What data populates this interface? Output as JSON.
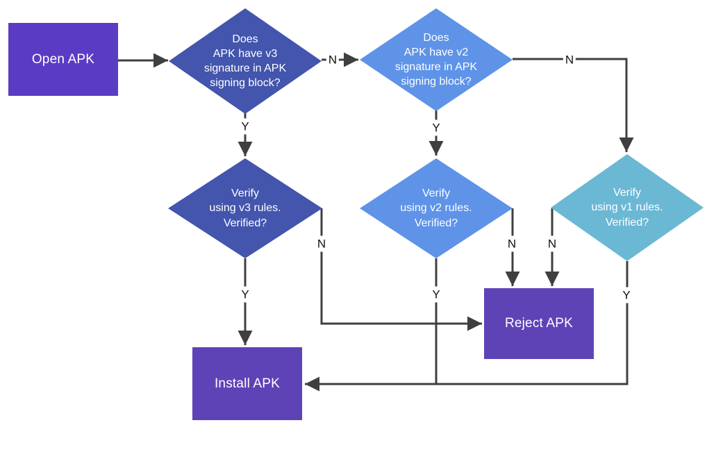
{
  "flowchart": {
    "nodes": {
      "open_apk": {
        "label": "Open APK",
        "shape": "rectangle",
        "color": "#5A3CC4",
        "text_color": "#FFFFFF"
      },
      "has_v3": {
        "label": "Does\nAPK have v3\nsignature in APK\nsigning block?",
        "shape": "diamond",
        "color": "#4355AC",
        "text_color": "#FFFFFF"
      },
      "has_v2": {
        "label": "Does\nAPK have v2\nsignature in APK\nsigning block?",
        "shape": "diamond",
        "color": "#5E93E8",
        "text_color": "#FFFFFF"
      },
      "verify_v3": {
        "label": "Verify\nusing v3 rules.\nVerified?",
        "shape": "diamond",
        "color": "#4355AC",
        "text_color": "#FFFFFF"
      },
      "verify_v2": {
        "label": "Verify\nusing v2 rules.\nVerified?",
        "shape": "diamond",
        "color": "#5E93E8",
        "text_color": "#FFFFFF"
      },
      "verify_v1": {
        "label": "Verify\nusing v1 rules.\nVerified?",
        "shape": "diamond",
        "color": "#6BB8D4",
        "text_color": "#FFFFFF"
      },
      "reject_apk": {
        "label": "Reject APK",
        "shape": "rectangle",
        "color": "#5E43B7",
        "text_color": "#FFFFFF"
      },
      "install_apk": {
        "label": "Install APK",
        "shape": "rectangle",
        "color": "#5E43B7",
        "text_color": "#FFFFFF"
      }
    },
    "edges": [
      {
        "from": "open_apk",
        "to": "has_v3",
        "label": ""
      },
      {
        "from": "has_v3",
        "to": "has_v2",
        "label": "N"
      },
      {
        "from": "has_v3",
        "to": "verify_v3",
        "label": "Y"
      },
      {
        "from": "has_v2",
        "to": "verify_v2",
        "label": "Y"
      },
      {
        "from": "has_v2",
        "to": "verify_v1",
        "label": "N"
      },
      {
        "from": "verify_v3",
        "to": "install_apk",
        "label": "Y"
      },
      {
        "from": "verify_v3",
        "to": "reject_apk",
        "label": "N"
      },
      {
        "from": "verify_v2",
        "to": "install_apk",
        "label": "Y"
      },
      {
        "from": "verify_v2",
        "to": "reject_apk",
        "label": "N"
      },
      {
        "from": "verify_v1",
        "to": "reject_apk",
        "label": "N"
      },
      {
        "from": "verify_v1",
        "to": "install_apk",
        "label": "Y"
      }
    ],
    "colors": {
      "background": "#FFFFFF",
      "line": "#3F3F3F",
      "edge_label_text": "#111111"
    }
  }
}
